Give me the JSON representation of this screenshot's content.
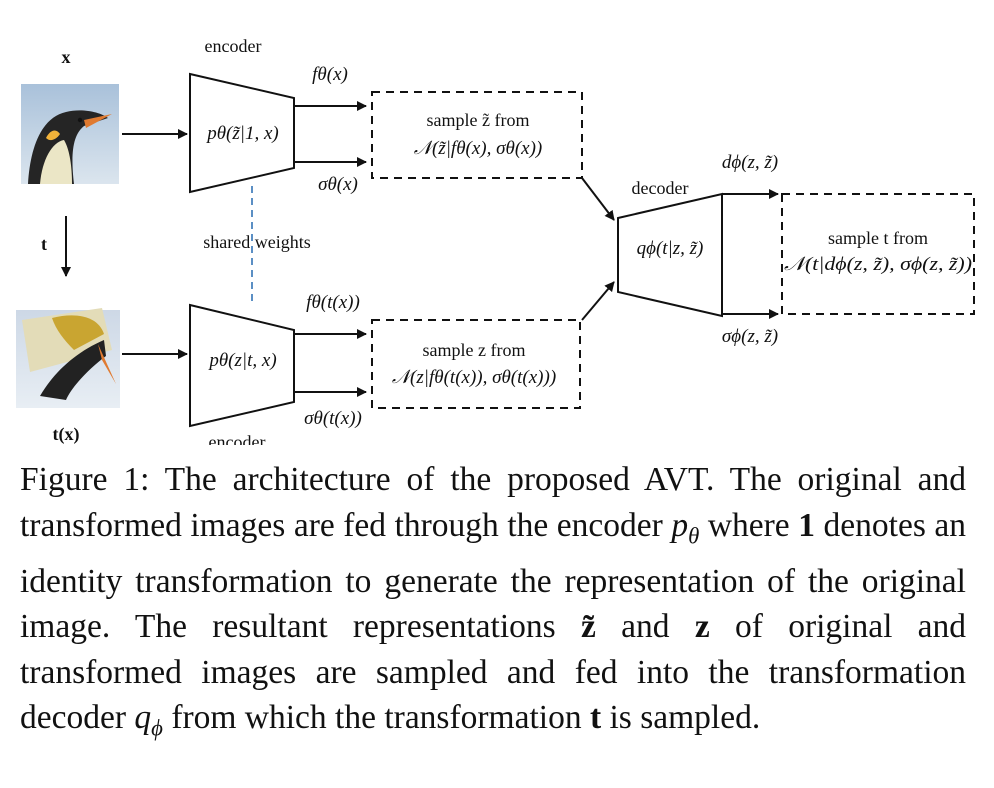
{
  "diagram": {
    "x_label": "x",
    "tx_label": "t(x)",
    "t_label": "t",
    "encoder_top_label": "encoder",
    "encoder_bottom_label": "encoder",
    "decoder_label": "decoder",
    "shared_weights": "shared weights",
    "encoder_top_box": "pθ(z̃|1, x)",
    "encoder_bottom_box": "pθ(z|t, x)",
    "decoder_box": "qϕ(t|z, z̃)",
    "top_mean_out": "fθ(x)",
    "top_sigma_out": "σθ(x)",
    "bottom_mean_out": "fθ(t(x))",
    "bottom_sigma_out": "σθ(t(x))",
    "dec_mean_out": "dϕ(z, z̃)",
    "dec_sigma_out": "σϕ(z, z̃)",
    "sample_top_line1": "sample z̃ from",
    "sample_top_line2": "𝒩(z̃|fθ(x), σθ(x))",
    "sample_bottom_line1": "sample z from",
    "sample_bottom_line2": "𝒩(z|fθ(t(x)), σθ(t(x)))",
    "sample_dec_line1": "sample t from",
    "sample_dec_line2": "𝒩(t|dϕ(z, z̃), σϕ(z, z̃))",
    "images": [
      "penguin-photo",
      "transformed-penguin-photo"
    ]
  },
  "caption": {
    "label": "Figure 1:",
    "s1": "The architecture of the proposed AVT. The original and transformed images are fed through the encoder",
    "p_sym": "p",
    "p_sub": "θ",
    "s2": "where",
    "one_sym": "1",
    "s3": "denotes an identity transformation to generate the representation of the original image.  The resultant representations",
    "ztilde_sym": "z̃",
    "s4": "and",
    "z_sym": "z",
    "s5": "of original and transformed images are sampled and fed into the transformation decoder",
    "q_sym": "q",
    "q_sub": "ϕ",
    "s6": "from which the transformation",
    "t_sym": "t",
    "s7": "is sampled."
  },
  "colors": {
    "ink": "#111111",
    "shared_weights_line": "#5b8fc4",
    "sky": "#b9cde0",
    "penguin_body": "#2a2a2a",
    "penguin_chest": "#e9e4c4",
    "penguin_beak": "#e07a30"
  }
}
